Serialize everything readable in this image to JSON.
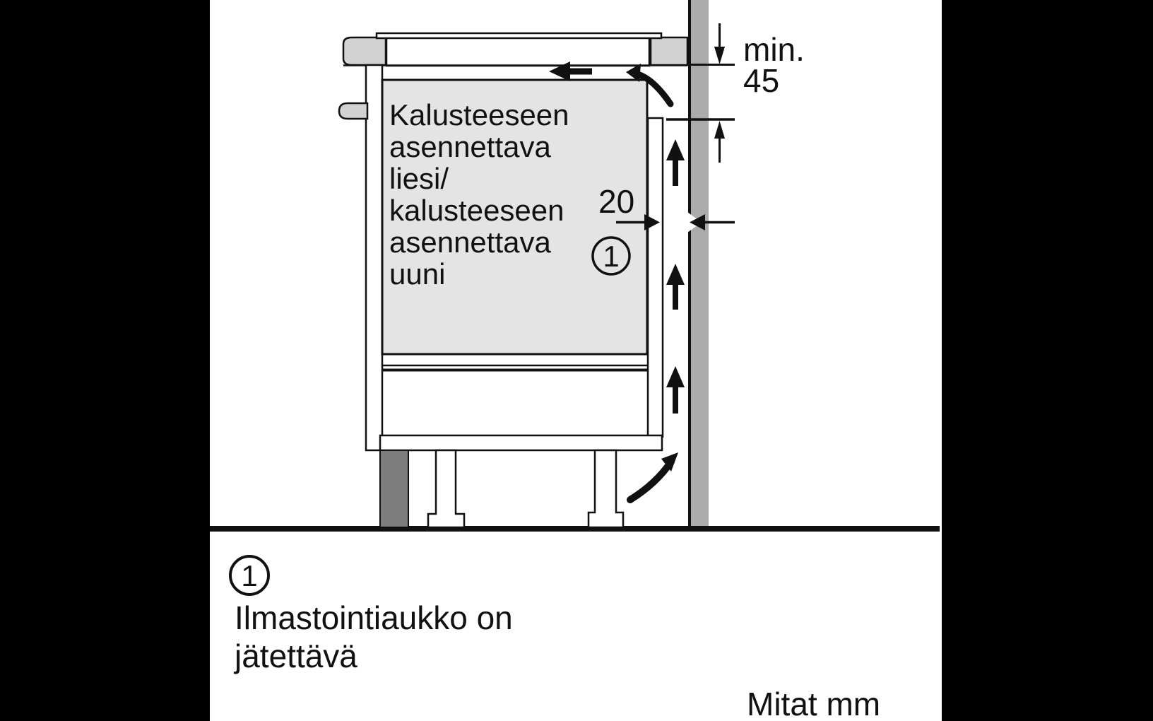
{
  "diagram": {
    "title_note": "Mitat mm",
    "oven_label": {
      "lines": [
        "Kalusteeseen",
        "asennettava",
        "liesi/",
        "kalusteeseen",
        "asennettava",
        "uuni"
      ]
    },
    "dimensions": {
      "min_clearance_label": "min.",
      "min_clearance_value": "45",
      "vent_gap_value": "20"
    },
    "callout": {
      "number": "1"
    },
    "legend": {
      "number": "1",
      "line1": "Ilmastointiaukko on",
      "line2": "jätettävä"
    },
    "colors": {
      "background": "#000000",
      "surface": "#ffffff",
      "line": "#111111",
      "worktop": "#d2d2d2",
      "oven": "#e4e4e4",
      "wall": "#ababab",
      "plinth": "#7d7d7d"
    }
  }
}
